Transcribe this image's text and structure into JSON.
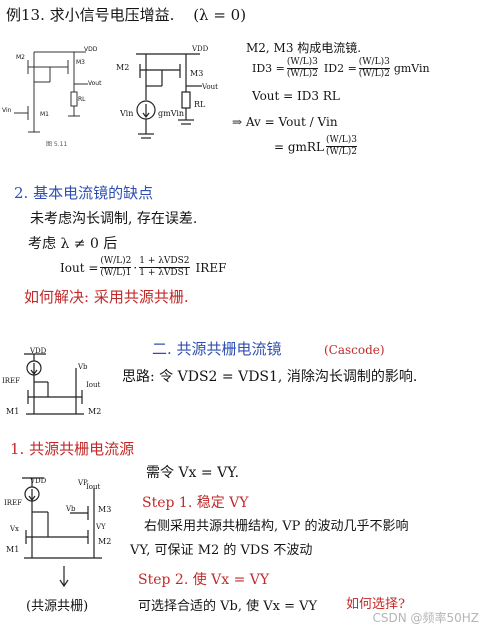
{
  "header": {
    "example_title": "例13. 求小信号电压增益.",
    "lambda_cond": "(λ = 0)",
    "figure_caption": "图 5.11"
  },
  "circuit1": {
    "vdd": "VDD",
    "m2": "M2",
    "m3": "M3",
    "m1": "M1",
    "vout": "Vout",
    "rl": "RL",
    "vin": "Vin"
  },
  "circuit2": {
    "vdd": "VDD",
    "m2": "M2",
    "m3": "M3",
    "vout": "Vout",
    "rl": "RL",
    "vin": "Vin",
    "source": "gmVin"
  },
  "analysis": {
    "mirror_note": "M2, M3 构成电流镜.",
    "id3": "ID3 =",
    "frac1_num": "(W/L)3",
    "frac1_den": "(W/L)2",
    "id2": "ID2 =",
    "frac2_num": "(W/L)3",
    "frac2_den": "(W/L)2",
    "gmvin": "gmVin",
    "vout_line": "Vout = ID3 RL",
    "av_line": "⇒ Av = Vout / Vin",
    "av_result": "= gmRL",
    "frac3_num": "(W/L)3",
    "frac3_den": "(W/L)2"
  },
  "section2": {
    "heading": "2. 基本电流镜的缺点",
    "line1": "未考虑沟长调制, 存在误差.",
    "line2": "考虑 λ ≠ 0 后",
    "iout": "Iout =",
    "frac_num": "(W/L)2",
    "frac_den": "(W/L)1",
    "dot": "·",
    "lam_num": "1 + λVDS2",
    "lam_den": "1 + λVDS1",
    "iref": "IREF",
    "solution": "如何解决: 采用共源共栅."
  },
  "section_cascode": {
    "heading": "二. 共源共栅电流镜",
    "english": "(Cascode)",
    "idea": "思路: 令 VDS2 = VDS1, 消除沟长调制的影响."
  },
  "circuit3": {
    "vdd": "VDD",
    "iref": "IREF",
    "vb": "Vb",
    "iout": "Iout",
    "m1": "M1",
    "m2": "M2"
  },
  "section_csb": {
    "heading": "1. 共源共栅电流源",
    "need": "需令 Vx = VY.",
    "step1": "Step 1. 稳定 VY",
    "step1_text1": "右侧采用共源共栅结构, VP 的波动几乎不影响",
    "step1_text2": "VY, 可保证 M2 的 VDS 不波动",
    "step2": "Step 2. 使 Vx = VY",
    "step2_text": "可选择合适的 Vb, 使 Vx = VY",
    "how": "如何选择?",
    "label": "(共源共栅)"
  },
  "circuit4": {
    "vdd": "VDD",
    "iref": "IREF",
    "vb": "Vb",
    "vp": "VP",
    "iout": "Iout",
    "m3": "M3",
    "vx": "Vx",
    "vy": "VY",
    "m1": "M1",
    "m2": "M2"
  },
  "watermark": "CSDN @频率50HZ"
}
